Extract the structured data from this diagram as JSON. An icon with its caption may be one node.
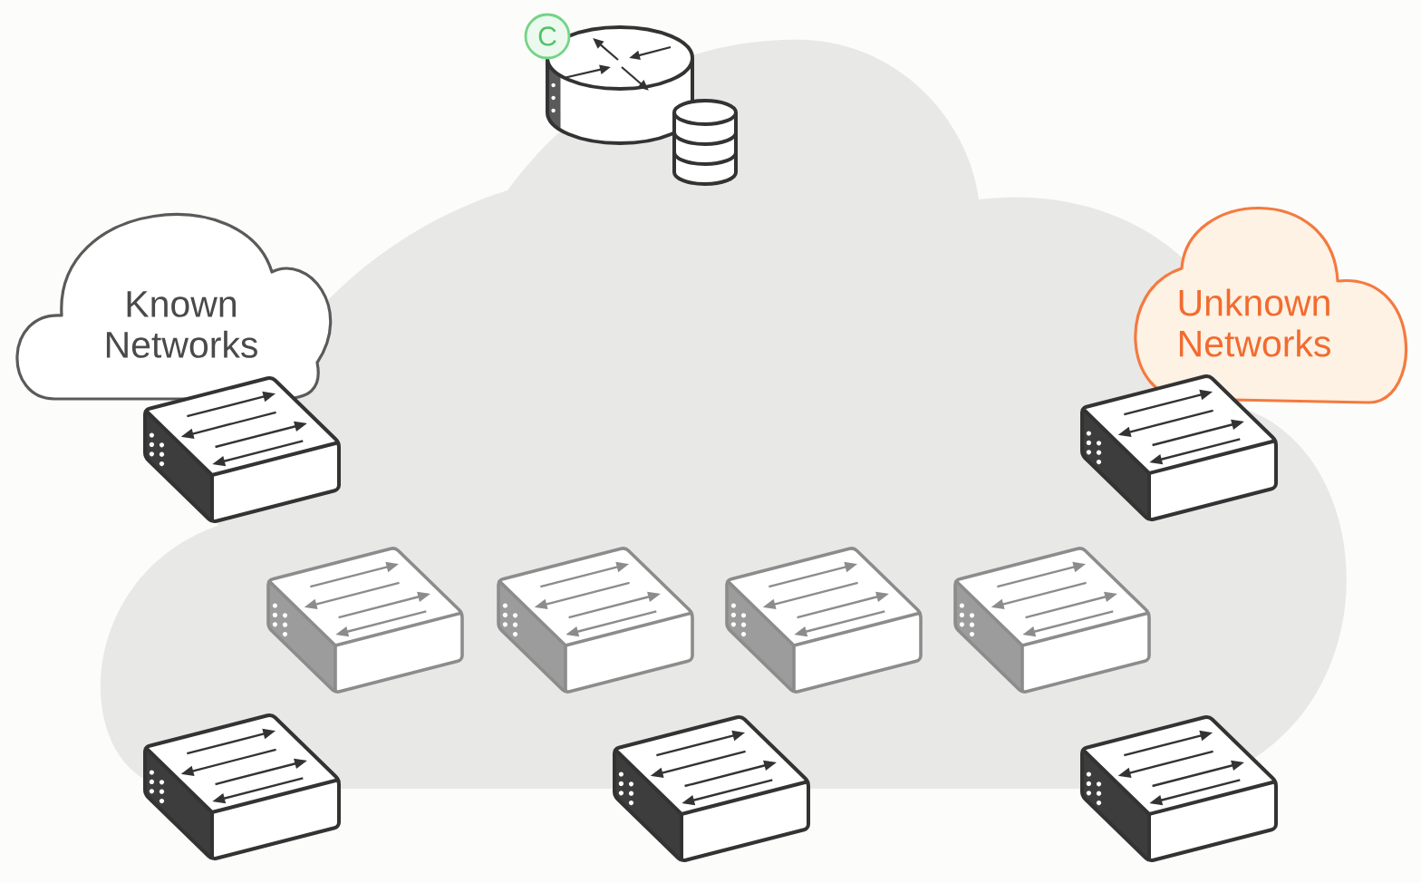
{
  "diagram": {
    "nodes": [
      {
        "text": [],
        "shape": "cloud"
      },
      {
        "text": [
          "Known Networks"
        ]
      },
      {
        "text": [
          "Unknown Networks"
        ]
      },
      {
        "text": [
          "C"
        ]
      }
    ]
  }
}
